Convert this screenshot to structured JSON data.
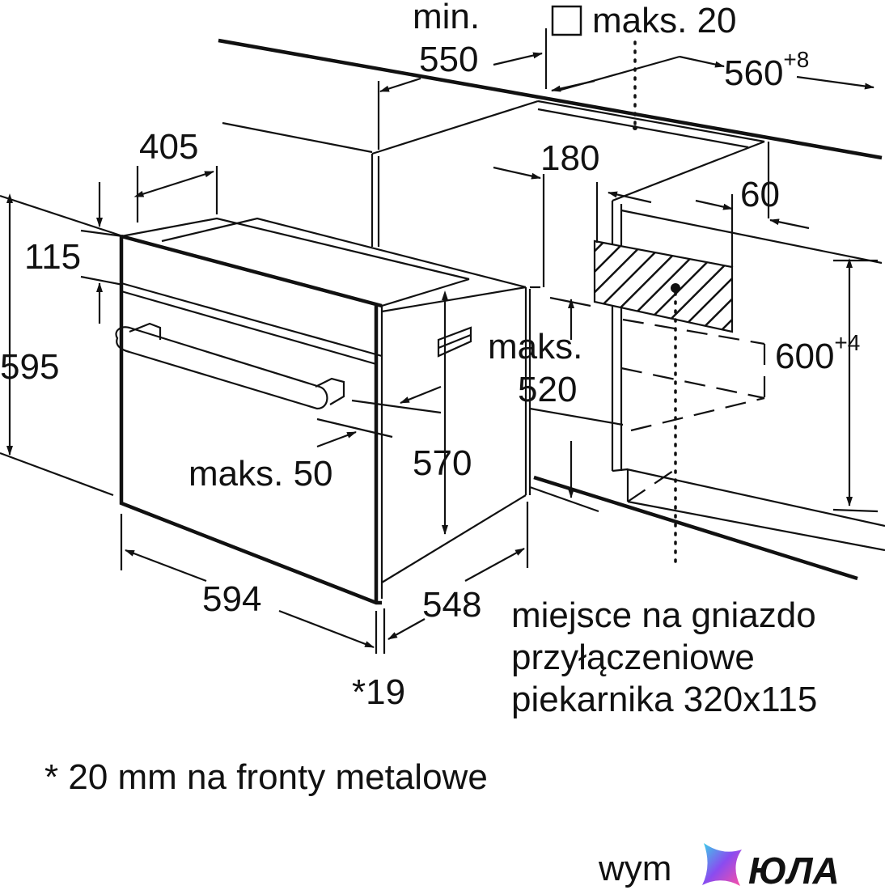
{
  "labels": {
    "min": "min.",
    "v550": "550",
    "box_maks": "maks. 20",
    "v560": "560",
    "v560_sup": "+8",
    "v405": "405",
    "v180": "180",
    "v60": "60",
    "v115": "115",
    "v595": "595",
    "maks": "maks.",
    "v520": "520",
    "v600": "600",
    "v600_sup": "+4",
    "maks50": "maks. 50",
    "v570": "570",
    "v594": "594",
    "v548": "548",
    "v19": "*19"
  },
  "notes": {
    "socket_line1": "miejsce na gniazdo",
    "socket_line2": "przyłączeniowe",
    "socket_line3": "piekarnika 320x115",
    "footnote": "* 20 mm na fronty metalowe"
  },
  "watermark": {
    "prefix": "wym",
    "brand": "ЮЛА",
    "colors": [
      "#3ad1e8",
      "#8a4cf0",
      "#ff4fa3"
    ]
  }
}
